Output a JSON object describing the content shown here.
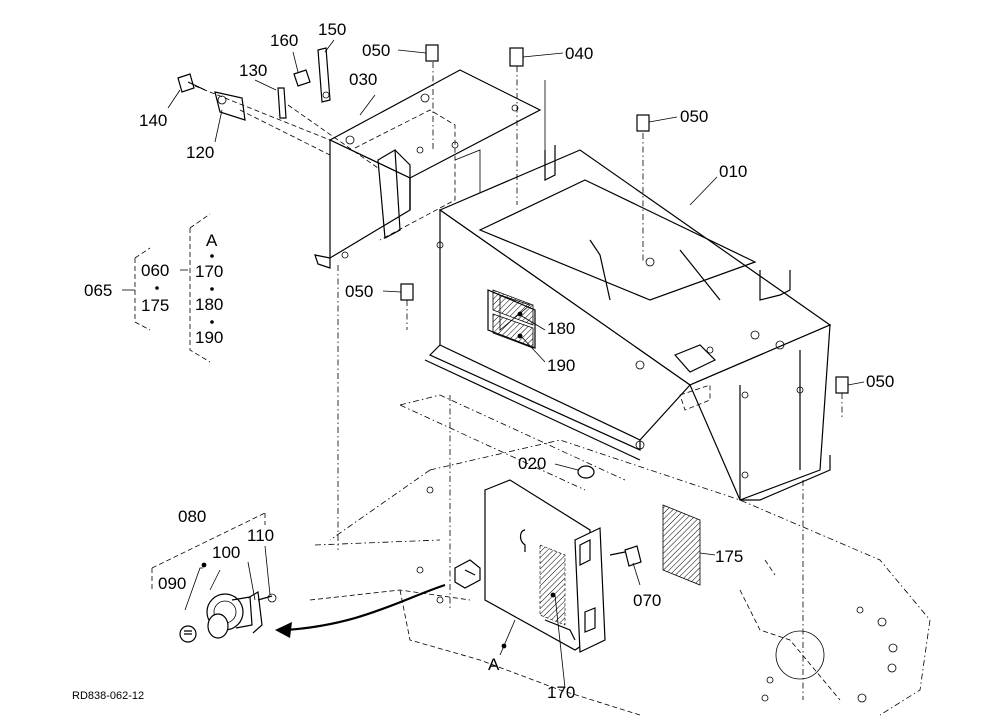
{
  "labels": {
    "p010": "010",
    "p020": "020",
    "p030": "030",
    "p040": "040",
    "p050a": "050",
    "p050b": "050",
    "p050c": "050",
    "p050d": "050",
    "p060": "060",
    "p065": "065",
    "p070": "070",
    "p080": "080",
    "p090": "090",
    "p100": "100",
    "p110": "110",
    "p120": "120",
    "p130": "130",
    "p140": "140",
    "p150": "150",
    "p160": "160",
    "p170a": "170",
    "p170b": "170",
    "p175a": "175",
    "p175b": "175",
    "p180a": "180",
    "p180b": "180",
    "p190a": "190",
    "p190b": "190",
    "refA1": "A",
    "refA2": "A",
    "code": "RD838-062-12"
  }
}
